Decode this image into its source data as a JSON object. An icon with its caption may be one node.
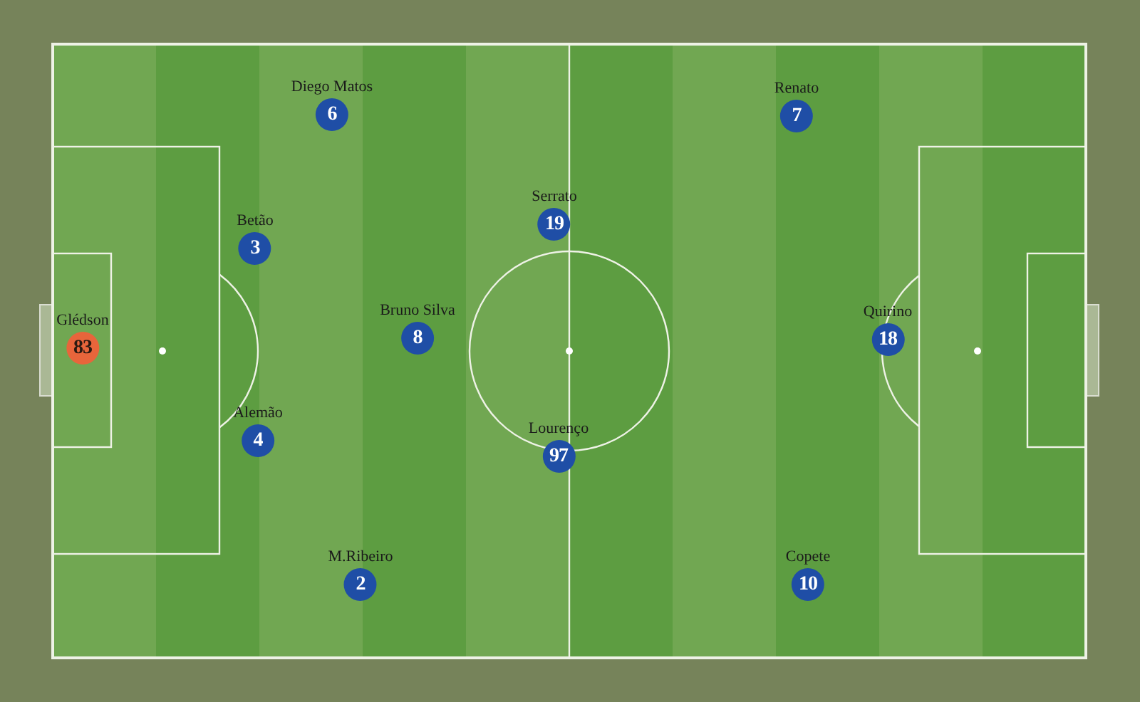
{
  "diagram": {
    "nodes": [
      {
        "text": [
          "Diego Matos",
          "6"
        ]
      },
      {
        "text": [
          "Renato",
          "7"
        ]
      },
      {
        "text": [
          "Serrato",
          "19"
        ]
      },
      {
        "text": [
          "Betão",
          "3"
        ]
      },
      {
        "text": [
          "Bruno Silva",
          "8"
        ]
      },
      {
        "text": [
          "Quirino",
          "18"
        ]
      },
      {
        "text": [
          "Glédson",
          "83"
        ]
      },
      {
        "text": [
          "Alemão",
          "4"
        ]
      },
      {
        "text": [
          "Lourenço",
          "97"
        ]
      },
      {
        "text": [
          "M.Ribeiro",
          "2"
        ]
      },
      {
        "text": [
          "Copete",
          "10"
        ]
      }
    ]
  }
}
